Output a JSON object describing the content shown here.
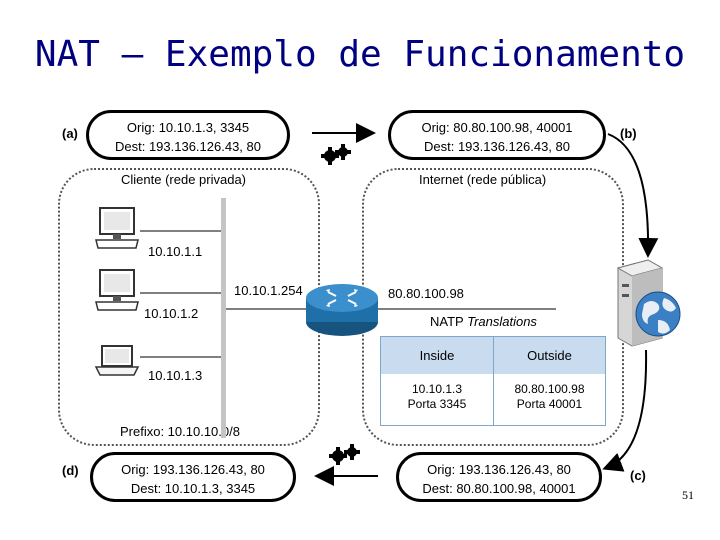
{
  "title": "NAT – Exemplo de Funcionamento",
  "page_number": "51",
  "packets": {
    "a": {
      "tag": "(a)",
      "orig": "Orig: 10.10.1.3, 3345",
      "dest": "Dest: 193.136.126.43, 80"
    },
    "b": {
      "tag": "(b)",
      "orig": "Orig: 80.80.100.98, 40001",
      "dest": "Dest: 193.136.126.43, 80"
    },
    "c": {
      "tag": "(c)",
      "orig": "Orig: 193.136.126.43, 80",
      "dest": "Dest: 80.80.100.98, 40001"
    },
    "d": {
      "tag": "(d)",
      "orig": "Orig: 193.136.126.43, 80",
      "dest": "Dest: 10.10.1.3, 3345"
    }
  },
  "private_network": {
    "label": "Cliente (rede privada)",
    "hosts": [
      "10.10.1.1",
      "10.10.1.2",
      "10.10.1.3"
    ],
    "gateway_ip": "10.10.1.254",
    "prefix": "Prefixo: 10.10.10.0/8"
  },
  "public_network": {
    "label": "Internet (rede pública)",
    "public_ip": "80.80.100.98"
  },
  "natp": {
    "title_plain": "NATP ",
    "title_italic": "Translations",
    "headers": [
      "Inside",
      "Outside"
    ],
    "inside": [
      "10.10.1.3",
      "Porta 3345"
    ],
    "outside": [
      "80.80.100.98",
      "Porta 40001"
    ]
  },
  "colors": {
    "title": "#000080",
    "table_header": "#c9dcef",
    "router": "#1f6fa8"
  },
  "icons": [
    "desktop-computer-icon",
    "laptop-icon",
    "router-icon",
    "server-icon",
    "globe-icon",
    "gears-icon",
    "arrow-icon"
  ]
}
